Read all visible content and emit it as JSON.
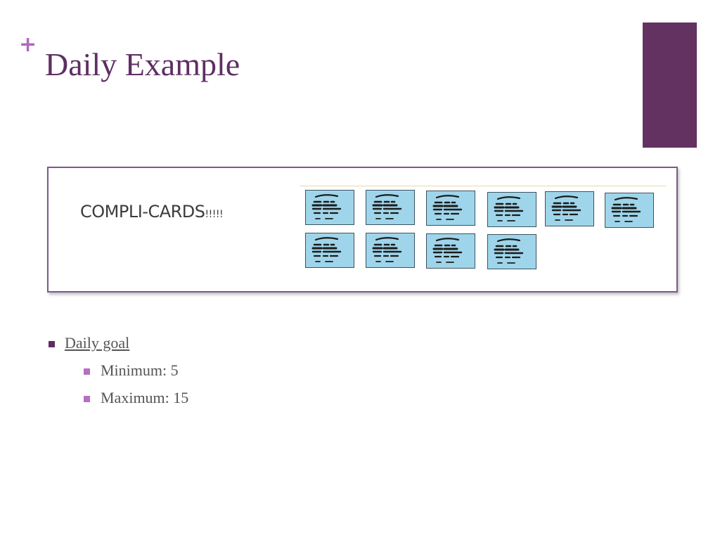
{
  "slide": {
    "marker": "+",
    "title": "Daily Example"
  },
  "image_panel": {
    "caption": "COMPLI-CARDS",
    "caption_exclaim": "!!!!!",
    "card_count": 10,
    "card_color": "#9fd5ea"
  },
  "bullets": {
    "main": "Daily goal",
    "sub": [
      "Minimum: 5",
      "Maximum: 15"
    ]
  },
  "colors": {
    "title": "#5e2f63",
    "accent_bar": "#633260",
    "plus": "#b267c0",
    "bullet_l1": "#5e2f63",
    "bullet_l2": "#b66fc2"
  }
}
